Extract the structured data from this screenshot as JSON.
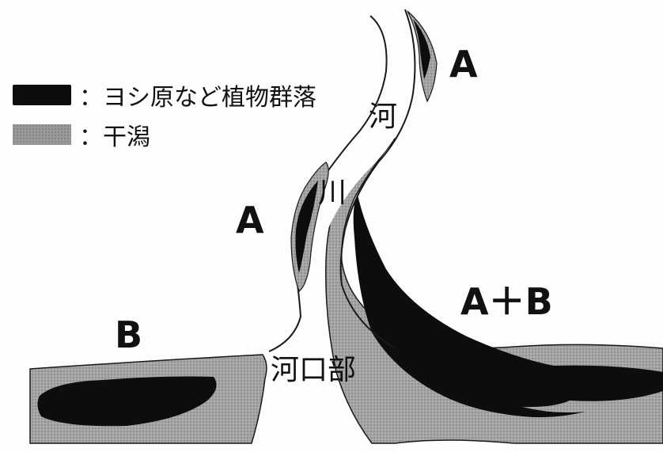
{
  "legend": [
    {
      "swatch_color": "#0d0d0d",
      "text": "：ヨシ原など植物群落"
    },
    {
      "swatch_color": "#9a9a9a",
      "text": "：干潟"
    }
  ],
  "labels": {
    "a_upper": "A",
    "a_middle": "A",
    "b_left": "B",
    "a_plus_b": "A＋B",
    "river_char1": "河",
    "river_char2": "川",
    "river_mouth": "河口部"
  },
  "colors": {
    "vegetation": "#0d0d0d",
    "tidal_flat": "#9a9a9a",
    "outline": "#1a1a1a"
  }
}
